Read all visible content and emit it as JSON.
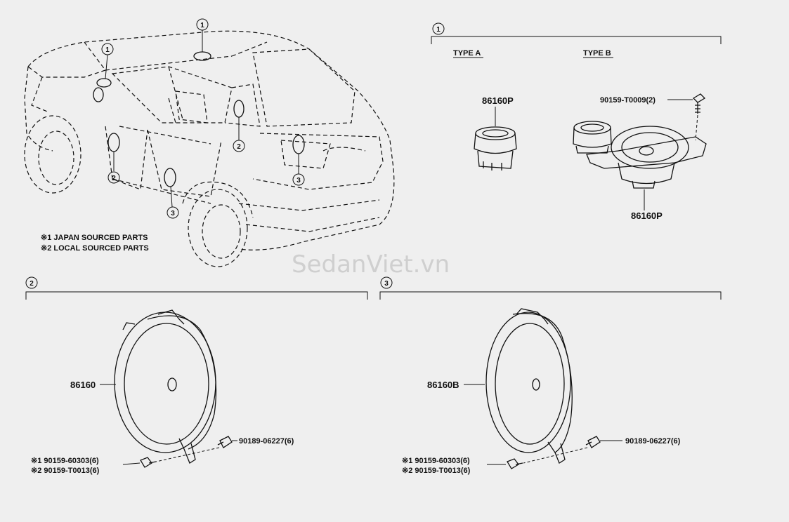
{
  "callouts": {
    "c1": "1",
    "c2": "2",
    "c3": "3"
  },
  "notes": {
    "japan": "※1 JAPAN SOURCED PARTS",
    "local": "※2 LOCAL SOURCED PARTS"
  },
  "section1": {
    "type_a": "TYPE A",
    "type_b": "TYPE B",
    "part_a": "86160P",
    "part_b": "86160P",
    "screw": "90159-T0009(2)"
  },
  "section2": {
    "speaker": "86160",
    "clip": "90189-06227(6)",
    "bolt1": "※1 90159-60303(6)",
    "bolt2": "※2 90159-T0013(6)"
  },
  "section3": {
    "speaker": "86160B",
    "clip": "90189-06227(6)",
    "bolt1": "※1 90159-60303(6)",
    "bolt2": "※2 90159-T0013(6)"
  },
  "watermark": "SedanViet.vn"
}
